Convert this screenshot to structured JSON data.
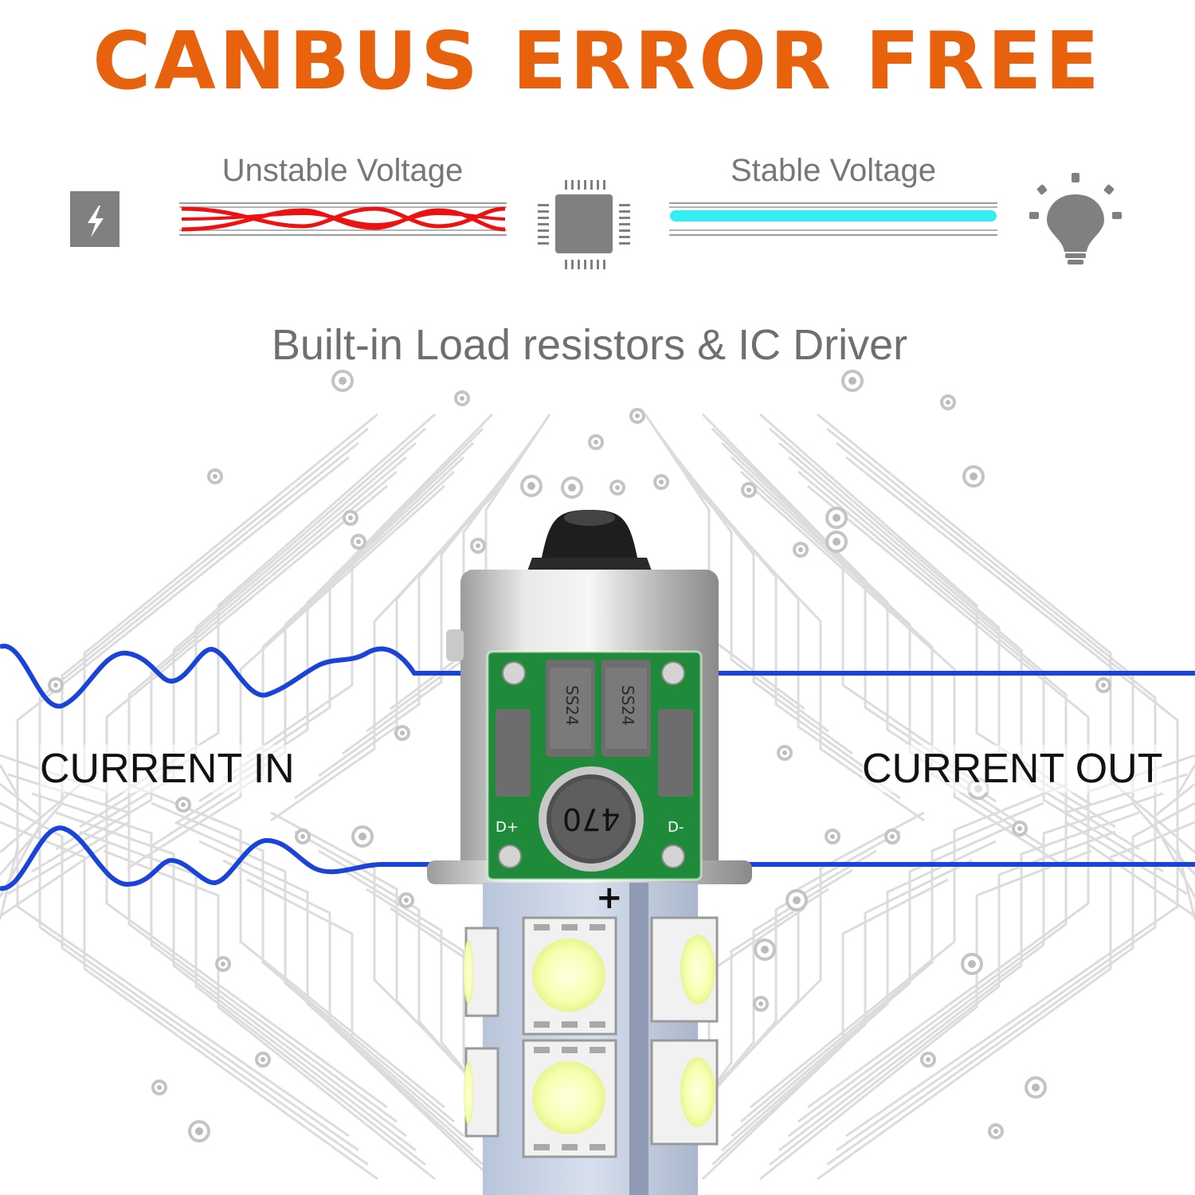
{
  "headline": "CANBUS ERROR FREE",
  "unstable_label": "Unstable Voltage",
  "stable_label": "Stable Voltage",
  "subtitle": "Built-in Load resistors & IC Driver",
  "current_in": "CURRENT IN",
  "current_out": "CURRENT OUT",
  "board_text": {
    "diode": "SS24",
    "inductor": "470",
    "pad_left": "D+",
    "pad_right": "D-",
    "plus": "+"
  },
  "icons": [
    "lightning-icon",
    "chip-icon",
    "lightbulb-icon"
  ],
  "colors": {
    "headline": "#e8620e",
    "unstable_wave": "#ee1111",
    "stable_line": "#33eef2",
    "current_wave": "#1a44d8",
    "pcb": "#1f8a3a",
    "circuit_bg": "#d6d6d6",
    "icon_gray": "#808080",
    "led": "#f7ffb0"
  }
}
